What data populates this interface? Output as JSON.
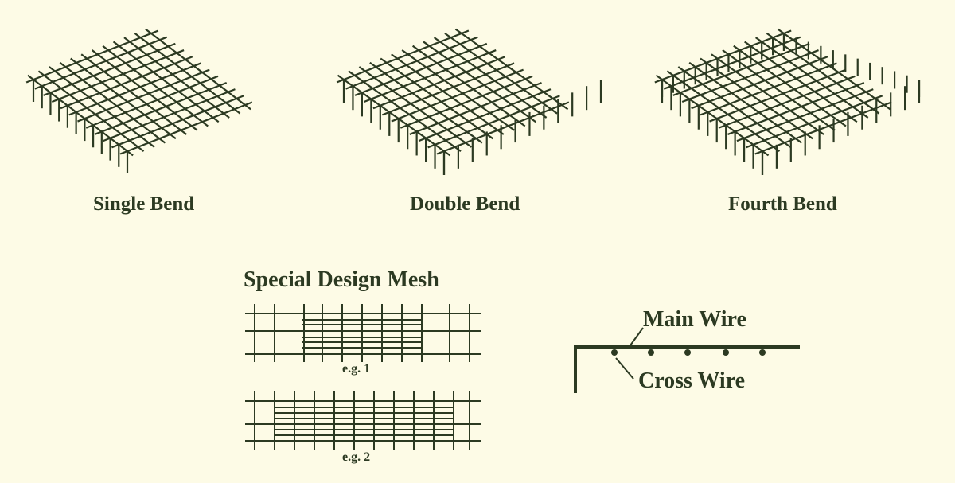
{
  "mesh_types": [
    {
      "label": "Single Bend"
    },
    {
      "label": "Double Bend"
    },
    {
      "label": "Fourth Bend"
    }
  ],
  "special": {
    "title": "Special Design Mesh",
    "examples": [
      "e.g. 1",
      "e.g. 2"
    ]
  },
  "wire_detail": {
    "main_wire": "Main Wire",
    "cross_wire": "Cross Wire"
  },
  "colors": {
    "background": "#fdfbe6",
    "line": "#2c3a22"
  }
}
